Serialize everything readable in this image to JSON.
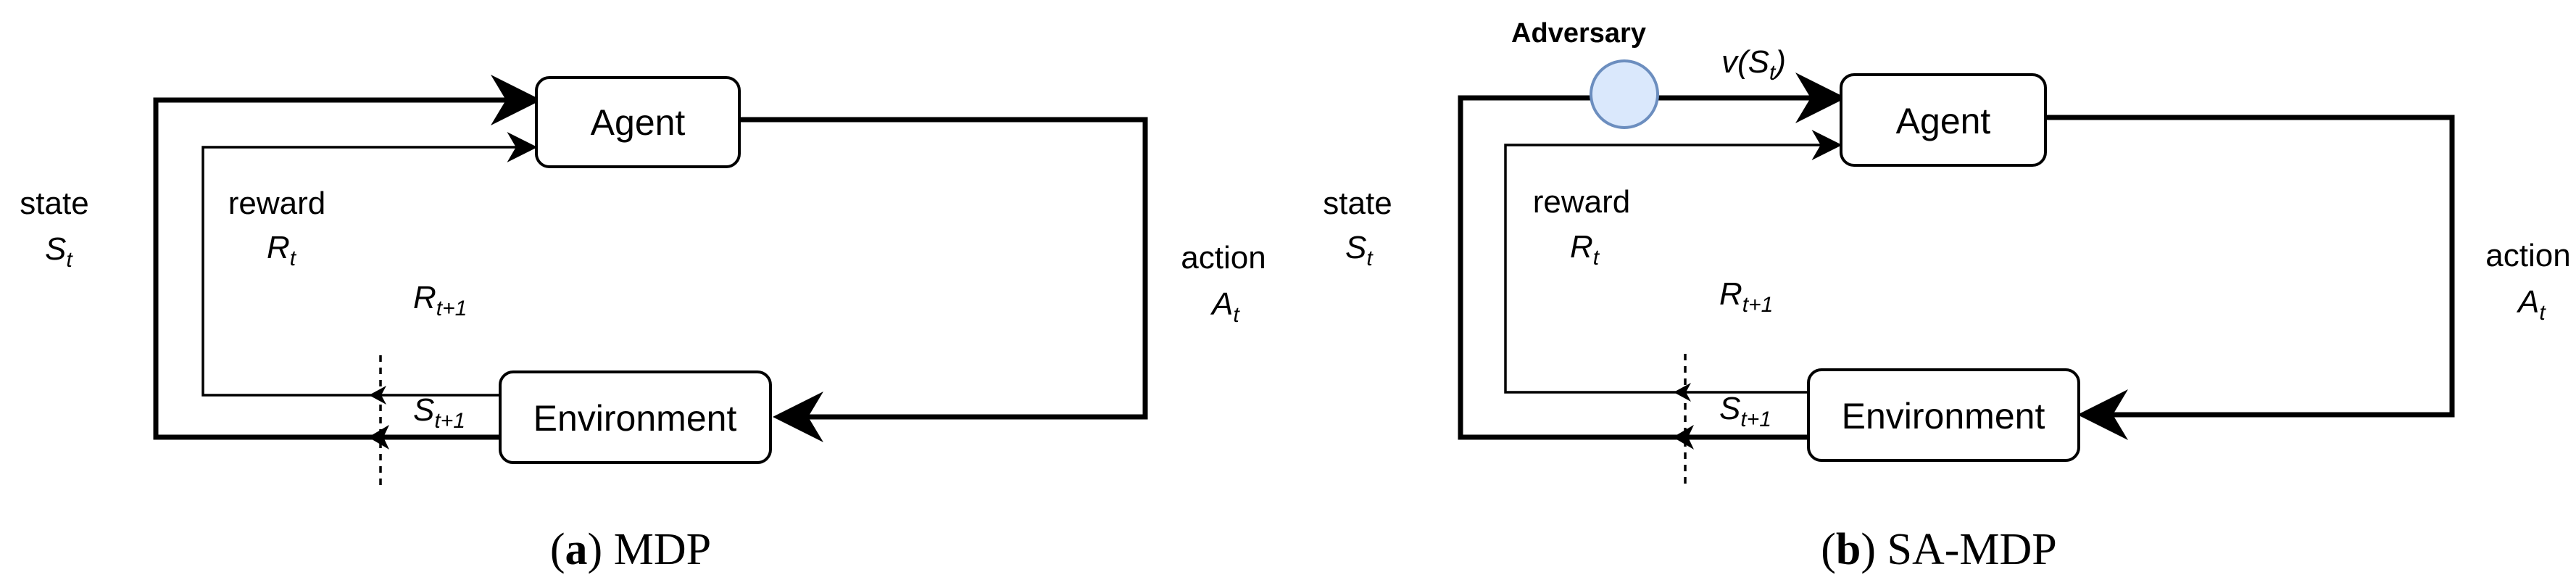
{
  "panel_a": {
    "agent_label": "Agent",
    "environment_label": "Environment",
    "state_word": "state",
    "state_var": "S",
    "state_sub": "t",
    "reward_word": "reward",
    "reward_var": "R",
    "reward_sub": "t",
    "action_word": "action",
    "action_var": "A",
    "action_sub": "t",
    "next_reward_var": "R",
    "next_reward_sub": "t+1",
    "next_state_var": "S",
    "next_state_sub": "t+1",
    "caption_letter": "a",
    "caption_text": "MDP"
  },
  "panel_b": {
    "adversary_label": "Adversary",
    "perturb_label": "v(S",
    "perturb_sub": "t",
    "perturb_close": ")",
    "agent_label": "Agent",
    "environment_label": "Environment",
    "state_word": "state",
    "state_var": "S",
    "state_sub": "t",
    "reward_word": "reward",
    "reward_var": "R",
    "reward_sub": "t",
    "action_word": "action",
    "action_var": "A",
    "action_sub": "t",
    "next_reward_var": "R",
    "next_reward_sub": "t+1",
    "next_state_var": "S",
    "next_state_sub": "t+1",
    "caption_letter": "b",
    "caption_text": "SA-MDP"
  },
  "colors": {
    "adversary_fill": "#dae8fc",
    "adversary_stroke": "#6c8ebf",
    "line": "#000000"
  }
}
